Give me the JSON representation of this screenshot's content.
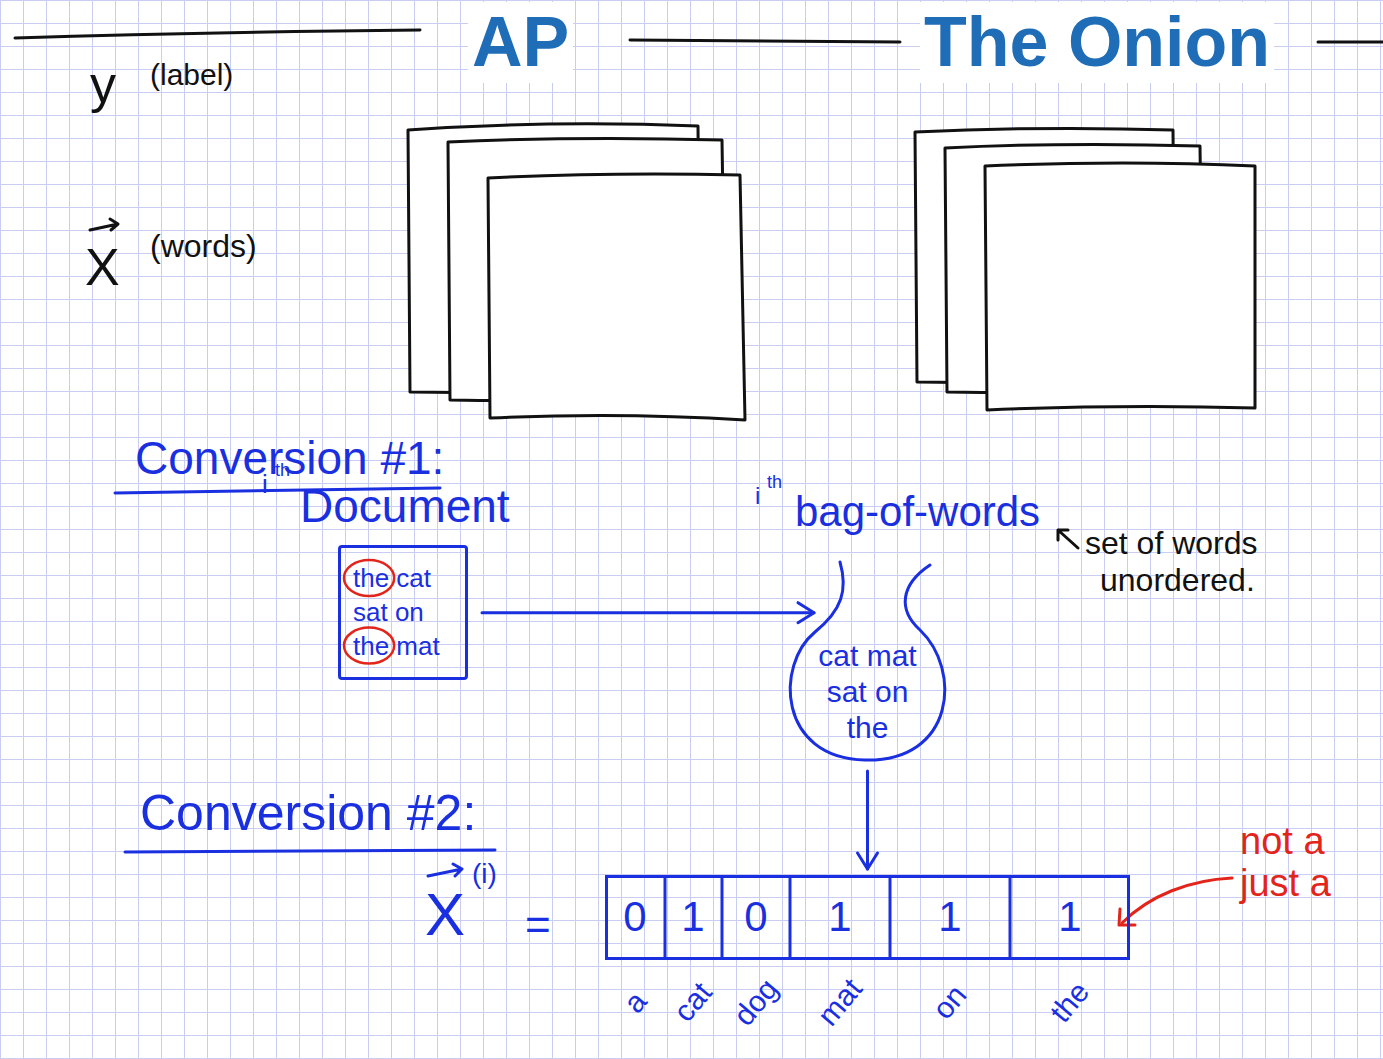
{
  "diagram": {
    "nodes": [
      {
        "text": [
          "AP"
        ]
      },
      {
        "text": [
          "The Onion"
        ]
      },
      {
        "text": [
          "the cat sat on the mat"
        ]
      },
      {
        "text": [
          "cat mat sat on the"
        ]
      },
      {
        "text": [
          "0",
          "1",
          "0",
          "1",
          "1",
          "1"
        ]
      }
    ],
    "edges": [
      {
        "from": 2,
        "to": 3,
        "arrow": "to"
      },
      {
        "from": 3,
        "to": 4,
        "arrow": "to"
      }
    ],
    "labels": [
      "y",
      "(label)",
      "X",
      "(words)",
      "Conversion #1:",
      "i",
      "th",
      "Document",
      "i",
      "th",
      "bag-of-words",
      "set of words",
      "unordered.",
      "Conversion #2:",
      "X",
      "(i)",
      "=",
      "a",
      "cat",
      "dog",
      "mat",
      "on",
      "the",
      "not a",
      "just a"
    ]
  }
}
